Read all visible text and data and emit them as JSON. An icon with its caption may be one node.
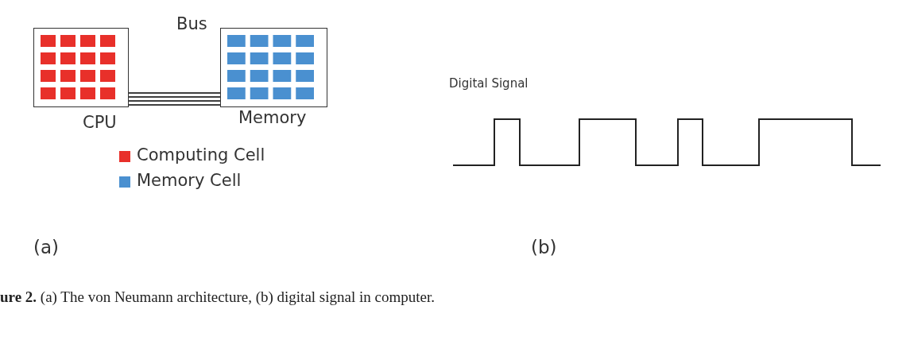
{
  "diagram": {
    "caption": "**ure 2.** (a) The von Neumann architecture, (b) digital signal in computer.",
    "nodes": [
      {
        "text": [],
        "shape": "box",
        "beside": [
          "CPU"
        ]
      },
      {
        "text": [],
        "shape": "box",
        "beside": [
          "Memory"
        ]
      }
    ],
    "edges": [
      {
        "from": 0,
        "to": 1,
        "arrow": "none",
        "label": "Bus"
      },
      {
        "from": 0,
        "to": 1,
        "arrow": "none"
      },
      {
        "from": 0,
        "to": 1,
        "arrow": "none"
      },
      {
        "from": 0,
        "to": 1,
        "arrow": "none"
      }
    ],
    "labels": [
      "Digital Signal",
      "(a)",
      "(b)"
    ],
    "legend": [
      {
        "text": "Computing Cell",
        "color": "#e8302a"
      },
      {
        "text": "Memory Cell",
        "color": "#4a90d0"
      }
    ]
  }
}
